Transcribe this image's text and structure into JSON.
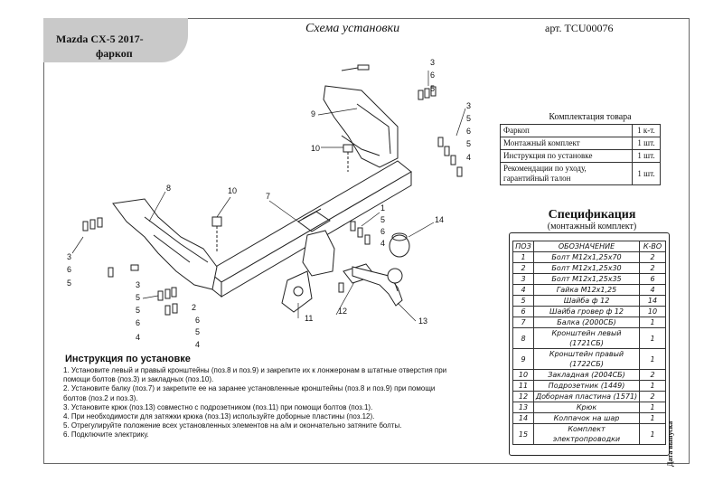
{
  "header": {
    "vehicle": "Mazda CX-5 2017-",
    "product": "фаркоп",
    "title": "Схема установки",
    "article": "арт. TCU00076"
  },
  "kit": {
    "title": "Комплектация товара",
    "rows": [
      {
        "name": "Фаркоп",
        "qty": "1 к-т."
      },
      {
        "name": "Монтажный комплект",
        "qty": "1 шт."
      },
      {
        "name": "Инструкция по установке",
        "qty": "1 шт."
      },
      {
        "name": "Рекомендации по уходу, гарантийный талон",
        "qty": "1 шт."
      }
    ]
  },
  "spec": {
    "title": "Спецификация",
    "subtitle": "(монтажный комплект)",
    "headers": {
      "pos": "ПОЗ",
      "name": "ОБОЗНАЧЕНИЕ",
      "qty": "К-ВО"
    },
    "rows": [
      {
        "pos": "1",
        "name": "Болт М12х1,25х70",
        "qty": "2"
      },
      {
        "pos": "2",
        "name": "Болт М12х1,25х30",
        "qty": "2"
      },
      {
        "pos": "3",
        "name": "Болт М12х1,25х35",
        "qty": "6"
      },
      {
        "pos": "4",
        "name": "Гайка М12х1,25",
        "qty": "4"
      },
      {
        "pos": "5",
        "name": "Шайба ф 12",
        "qty": "14"
      },
      {
        "pos": "6",
        "name": "Шайба гровер ф 12",
        "qty": "10"
      },
      {
        "pos": "7",
        "name": "Балка (2000СБ)",
        "qty": "1"
      },
      {
        "pos": "8",
        "name": "Кронштейн левый (1721СБ)",
        "qty": "1"
      },
      {
        "pos": "9",
        "name": "Кронштейн правый (1722СБ)",
        "qty": "1"
      },
      {
        "pos": "10",
        "name": "Закладная (2004СБ)",
        "qty": "2"
      },
      {
        "pos": "11",
        "name": "Подрозетник (1449)",
        "qty": "1"
      },
      {
        "pos": "12",
        "name": "Доборная пластина (1571)",
        "qty": "2"
      },
      {
        "pos": "13",
        "name": "Крюк",
        "qty": "1"
      },
      {
        "pos": "14",
        "name": "Колпачок на шар",
        "qty": "1"
      },
      {
        "pos": "15",
        "name": "Комплект электропроводки",
        "qty": "1"
      }
    ]
  },
  "instructions": {
    "title": "Инструкция по установке",
    "steps": [
      "1. Установите левый и правый кронштейны (поз.8 и поз.9) и закрепите их к лонжеронам в штатные отверстия при",
      "помощи болтов (поз.3) и закладных (поз.10).",
      "2. Установите балку (поз.7) и закрепите ее на заранее установленные кронштейны (поз.8 и поз.9) при помощи",
      "болтов (поз.2 и поз.3).",
      "3. Установите крюк (поз.13) совместно с подрозетником (поз.11) при помощи болтов (поз.1).",
      "4. При необходимости для затяжки крюка (поз.13) используйте доборные пластины (поз.12).",
      "5. Отрегулируйте положение всех установленных элементов на а/м и окончательно затяните болты.",
      "6. Подключите электрику."
    ]
  },
  "side_note": "Дата выпуска",
  "callouts": {
    "c3a": "3",
    "c6a": "6",
    "c5a": "5",
    "c9": "9",
    "c10a": "10",
    "c3b": "3",
    "c5b": "5",
    "c6b": "6",
    "c4a": "4",
    "c8": "8",
    "c10b": "10",
    "c7": "7",
    "c1": "1",
    "c5c": "5",
    "c6c": "6",
    "c4b": "4",
    "c14": "14",
    "c3c": "3",
    "c6d": "6",
    "c5d": "5",
    "c3d": "3",
    "c5e": "5",
    "c4c": "4",
    "c2": "2",
    "c6e": "6",
    "c5f": "5",
    "c4d": "4",
    "c11": "11",
    "c12": "12",
    "c13": "13"
  }
}
